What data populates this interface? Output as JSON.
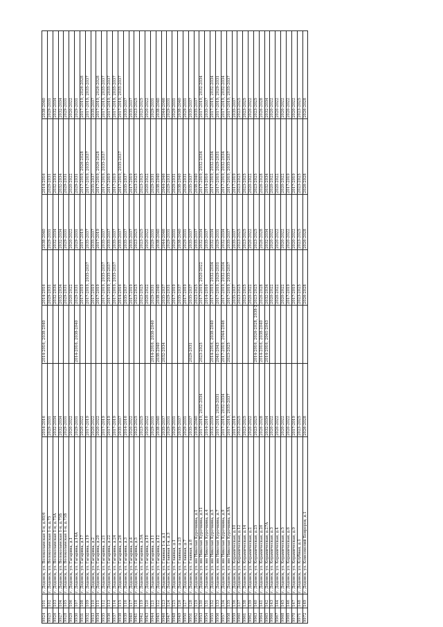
{
  "columns": [
    "row_no",
    "item_no",
    "address",
    "period_a",
    "period_b",
    "period_c",
    "period_d",
    "period_e",
    "period_f"
  ],
  "rows": [
    [
      "9924",
      "101",
      "г. Дедовск, ул. Волоколамская 1-я, д.60/6",
      "2014-2016",
      "2014-2016, 2038-2040",
      "2014-2016",
      "2038-2040",
      "2014-2016",
      "2038-2040"
    ],
    [
      "9925",
      "102",
      "г. Дедовск, ул. Волоколамская 1-я, д.75",
      "2029-2031",
      "",
      "2029-2031",
      "2029-2031",
      "2029-2031",
      "2029-2031"
    ],
    [
      "9926",
      "103",
      "г. Дедовск, ул. Волоколамская 1-я, д.75А",
      "2032-2034",
      "",
      "2032-2034",
      "2032-2034",
      "2032-2034",
      "2032-2034"
    ],
    [
      "9927",
      "104",
      "г. Дедовск, ул. Волоколамская 1-я, д.75Б",
      "2032-2034",
      "",
      "2032-2034",
      "2032-2034",
      "2032-2034",
      "2032-2034"
    ],
    [
      "9928",
      "105",
      "г. Дедовск, ул. Волоколамская 1-я, д.75В",
      "2029-2031",
      "",
      "2029-2031",
      "2029-2031",
      "2029-2031",
      "2029-2031"
    ],
    [
      "9929",
      "106",
      "г. Дедовск, ул. Гагарина, д.1",
      "2020-2022",
      "",
      "2020-2022",
      "2020-2022",
      "2020-2022",
      "2020-2022"
    ],
    [
      "9930",
      "107",
      "г. Дедовск, ул. Гагарина, д.14А",
      "2029-2031",
      "2014-2016, 2038-2040",
      "2029-2031",
      "2029-2031",
      "2029-2031",
      "2029-2031"
    ],
    [
      "9931",
      "108",
      "г. Дедовск, ул. Гагарина, д.17",
      "2020-2022",
      "",
      "2017-2019",
      "2017-2019",
      "2017-2019, 2026-2028",
      "2017-2019, 2026-2028"
    ],
    [
      "9932",
      "109",
      "г. Дедовск, ул. Гагарина, д.19",
      "2017-2019",
      "",
      "2017-2019, 2035-2037",
      "2035-2037",
      "2017-2019, 2035-2037",
      "2017-2019, 2035-2037"
    ],
    [
      "9933",
      "110",
      "г. Дедовск, ул. Гагарина, д.2",
      "2020-2022",
      "",
      "2017-2019",
      "2035-2037",
      "2035-2037",
      "2035-2037"
    ],
    [
      "9934",
      "111",
      "г. Дедовск, ул. Гагарина, д.20",
      "2020-2022",
      "",
      "2017-2019",
      "2017-2019",
      "2017-2019, 2026-2028",
      "2017-2019, 2026-2028"
    ],
    [
      "9935",
      "112",
      "г. Дедовск, ул. Гагарина, д.21",
      "2017-2019",
      "",
      "2017-2019, 2035-2037",
      "2035-2037",
      "2017-2019, 2035-2037",
      "2017-2019, 2035-2037"
    ],
    [
      "9936",
      "113",
      "г. Дедовск, ул. Гагарина, д.22",
      "2017-2019",
      "",
      "2017-2019, 2035-2037",
      "2035-2037",
      "2017-2019",
      "2017-2019, 2035-2037"
    ],
    [
      "9937",
      "114",
      "г. Дедовск, ул. Гагарина, д.24",
      "2017-2019",
      "",
      "2017-2019, 2035-2037",
      "2035-2037",
      "2017-2019",
      "2017-2019, 2035-2037"
    ],
    [
      "9938",
      "115",
      "г. Дедовск, ул. Гагарина, д.26",
      "2035-2037",
      "",
      "2014-2016",
      "2035-2037",
      "2017-2019, 2035-2037",
      "2017-2019, 2035-2037"
    ],
    [
      "9939",
      "116",
      "г. Дедовск, ул. Гагарина, д.3",
      "2014-2016",
      "",
      "2035-2037",
      "2035-2037",
      "2035-2037",
      "2035-2037"
    ],
    [
      "9940",
      "117",
      "г. Дедовск, ул. Гагарина, д.4",
      "2020-2022",
      "",
      "2017-2019",
      "2035-2037",
      "2017-2019",
      "2035-2037"
    ],
    [
      "9941",
      "118",
      "г. Дедовск, ул. Гагарина, д.5",
      "2023-2025",
      "",
      "2023-2025",
      "2023-2025",
      "2023-2025",
      "2023-2025"
    ],
    [
      "9942",
      "119",
      "г. Дедовск, ул. Гагарина, д.5А",
      "2023-2025",
      "",
      "2023-2025",
      "2023-2025",
      "2023-2025",
      "2023-2025"
    ],
    [
      "9943",
      "120",
      "г. Дедовск, ул. Гагарина, д.10",
      "2020-2022",
      "",
      "2020-2022",
      "2020-2022",
      "2020-2022",
      "2020-2022"
    ],
    [
      "9944",
      "121",
      "г. Дедовск, ул. Гагарина, д.11",
      "2029-2031",
      "2014-2016, 2038-2040",
      "2029-2031",
      "2029-2031",
      "2029-2031",
      "2029-2031"
    ],
    [
      "9945",
      "122",
      "г. Дедовск, ул. Гагарина, д.12",
      "2038-2040",
      "2038-2040",
      "2038-2040",
      "2038-2040",
      "2038-2040",
      "2038-2040"
    ],
    [
      "9946",
      "123",
      "г. Дедовск, ул. Главная 1-я, д.1",
      "2035-2037",
      "2032-2034",
      "2035-2037",
      "2044-2046",
      "2044-2046",
      "2044-2046"
    ],
    [
      "9947",
      "124",
      "г. Дедовск, ул. Главная 1-я, д.3",
      "2029-2031",
      "",
      "2029-2031",
      "2029-2031",
      "2029-2031",
      "2029-2031"
    ],
    [
      "9948",
      "125",
      "г. Дедовск, ул. Главная, д.1",
      "2029-2031",
      "",
      "2017-2019",
      "2029-2031",
      "2029-2031",
      "2029-2031"
    ],
    [
      "9949",
      "126",
      "г. Дедовск, ул. Главная, д.23",
      "2035-2037",
      "",
      "2035-2037",
      "2038-2040",
      "2038-2040",
      "2038-2040"
    ],
    [
      "9950",
      "127",
      "г. Дедовск, ул. Главная, д.7",
      "2029-2031",
      "",
      "2017-2019",
      "2029-2031",
      "2029-2031",
      "2029-2031"
    ],
    [
      "9951",
      "128",
      "г. Дедовск, ул. Главная, д.8",
      "2035-2037",
      "2029-2031",
      "2035-2037",
      "2035-2037",
      "2035-2037",
      "2035-2037"
    ],
    [
      "9952",
      "129",
      "г. Дедовск, ул. им Николая Курочкина, д.1",
      "2038-2040",
      "",
      "2023-2025",
      "2035-2037",
      "2038-2040",
      "2035-2037"
    ],
    [
      "9953",
      "130",
      "г. Дедовск, ул. им Николая Курочкина, д.11",
      "2017-2019, 2032-2034",
      "2023-2025",
      "2017-2019, 2020-2022",
      "2032-2034",
      "2017-2019, 2032-2034",
      "2017-2019, 2032-2034"
    ],
    [
      "9954",
      "131",
      "г. Дедовск, ул. им Николая Курочкина, д.4",
      "2014-2016",
      "",
      "2014-2016",
      "2035-2037",
      "2014-2016",
      "2035-2037"
    ],
    [
      "9955",
      "132",
      "г. Дедовск, ул. им Николая Курочкина, д.5",
      "2032-2034",
      "2014-2016, 2038-2040",
      "2017-2019, 2032-2034",
      "2032-2034",
      "2017-2019, 2032-2034",
      "2017-2019, 2032-2034"
    ],
    [
      "9956",
      "133",
      "г. Дедовск, ул. им Николая Курочкина, д.7",
      "2017-2019, 2029-2031",
      "2041-2043",
      "2017-2019, 2029-2031",
      "2029-2031",
      "2017-2019, 2029-2031",
      "2017-2019, 2029-2031"
    ],
    [
      "9957",
      "134",
      "г. Дедовск, ул. им Николая Курочкина, д.9",
      "2017-2019, 2032-2034",
      "2017-2019, 2044-2046",
      "2017-2019, 2032-2034",
      "2032-2034",
      "2017-2019, 2032-2034",
      "2017-2019, 2032-2034"
    ],
    [
      "9958",
      "135",
      "г. Дедовск, ул. им Николая Курочкина, д.9А",
      "2017-2019, 2035-2037",
      "2023-2025",
      "2017-2019, 2035-2037",
      "2035-2037",
      "2017-2019, 2035-2037",
      "2017-2019, 2035-2037"
    ],
    [
      "9959",
      "136",
      "г. Дедовск, ул. Керамическая, д.10",
      "2017-2019",
      "",
      "2035-2037",
      "2035-2037",
      "2017-2019",
      "2035-2037"
    ],
    [
      "9960",
      "137",
      "г. Дедовск, ул. Керамическая, д.12",
      "2023-2025",
      "",
      "2023-2025",
      "2023-2025",
      "2023-2025",
      "2023-2025"
    ],
    [
      "9961",
      "138",
      "г. Дедовск, ул. Керамическая, д.14",
      "2023-2025",
      "",
      "2023-2025",
      "2023-2025",
      "2023-2025",
      "2023-2025"
    ],
    [
      "9962",
      "139",
      "г. Дедовск, ул. Керамическая, д.2",
      "2020-2022",
      "",
      "2020-2022",
      "2020-2022",
      "2020-2022",
      "2020-2022"
    ],
    [
      "9963",
      "140",
      "г. Дедовск, ул. Керамическая, д.25",
      "2023-2025",
      "2014-2016, 2026-2028, 2038-2040",
      "2023-2025",
      "2023-2025",
      "2023-2025",
      "2023-2025"
    ],
    [
      "9964",
      "141",
      "г. Дедовск, ул. Керамическая, д.26",
      "2026-2028",
      "2014-2016, 2038-2040",
      "2026-2028",
      "2026-2028",
      "2026-2028",
      "2026-2028"
    ],
    [
      "9965",
      "142",
      "г. Дедовск, ул. Керамическая, д.27А",
      "2032-2034",
      "2014-2016, 2041-2043",
      "2032-2034",
      "2032-2034",
      "2032-2034",
      "2032-2034"
    ],
    [
      "9966",
      "143",
      "г. Дедовск, ул. Керамическая, д.3",
      "2020-2022",
      "",
      "2020-2022",
      "2020-2022",
      "2020-2022",
      "2020-2022"
    ],
    [
      "9967",
      "144",
      "г. Дедовск, ул. Керамическая, д.4",
      "2020-2022",
      "",
      "2020-2022",
      "2020-2022",
      "2020-2022",
      "2020-2022"
    ],
    [
      "9968",
      "145",
      "г. Дедовск, ул. Керамическая, д.5",
      "2020-2022",
      "",
      "2020-2022",
      "2020-2022",
      "2020-2022",
      "2020-2022"
    ],
    [
      "9969",
      "146",
      "г. Дедовск, ул. Керамическая, д.6",
      "2020-2022",
      "",
      "2017-2019",
      "2020-2022",
      "2017-2019",
      "2020-2022"
    ],
    [
      "9970",
      "147",
      "г. Дедовск, ул. Керамическая, д.9",
      "2017-2019",
      "",
      "2017-2019",
      "2020-2022",
      "2017-2019",
      "2020-2022"
    ],
    [
      "9971",
      "148",
      "г. Дедовск, ул. Клубная, д.1",
      "2023-2025",
      "",
      "2023-2025",
      "2023-2025",
      "2023-2025",
      "2023-2025"
    ],
    [
      "9972",
      "149",
      "г. Дедовск, ул. Комсомолий Бояроров, д.1",
      "2026-2028",
      "",
      "2026-2028",
      "2026-2028",
      "2026-2028",
      "2026-2028"
    ]
  ]
}
